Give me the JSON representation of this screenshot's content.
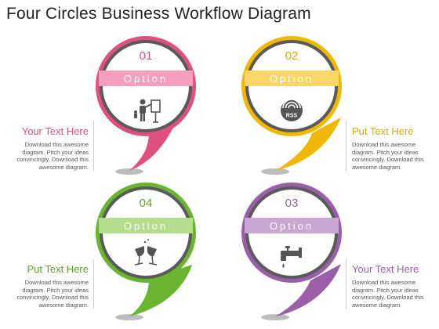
{
  "title": "Four Circles Business Workflow Diagram",
  "colors": {
    "pink": "#e0507f",
    "pink_light": "#f3a0be",
    "yellow": "#f0b800",
    "yellow_light": "#f9d66a",
    "green": "#6ab530",
    "green_light": "#b5dd8c",
    "purple": "#9a5fa8",
    "purple_light": "#c9a7d2",
    "inner_border": "#5a5a5a",
    "icon": "#555555"
  },
  "circles": [
    {
      "number": "01",
      "label": "Option",
      "icon": "presenter-icon"
    },
    {
      "number": "02",
      "label": "Option",
      "icon": "rss-icon"
    },
    {
      "number": "04",
      "label": "Option",
      "icon": "wine-glasses-icon"
    },
    {
      "number": "03",
      "label": "Option",
      "icon": "water-tap-icon"
    }
  ],
  "text_blocks": [
    {
      "heading": "Your Text Here",
      "lines": [
        "Download this awesome",
        "diagram. Pitch your ideas",
        "convincingly. Download this",
        "awesome diagram."
      ]
    },
    {
      "heading": "Put Text Here",
      "lines": [
        "Download this awesome",
        "diagram. Pitch your ideas",
        "convincingly. Download this",
        "awesome diagram."
      ]
    },
    {
      "heading": "Put Text Here",
      "lines": [
        "Download this awesome",
        "diagram. Pitch your ideas",
        "convincingly. Download this",
        "awesome diagram."
      ]
    },
    {
      "heading": "Your Text Here",
      "lines": [
        "Download this awesome",
        "diagram. Pitch your ideas",
        "convincingly. Download this",
        "awesome diagram."
      ]
    }
  ]
}
